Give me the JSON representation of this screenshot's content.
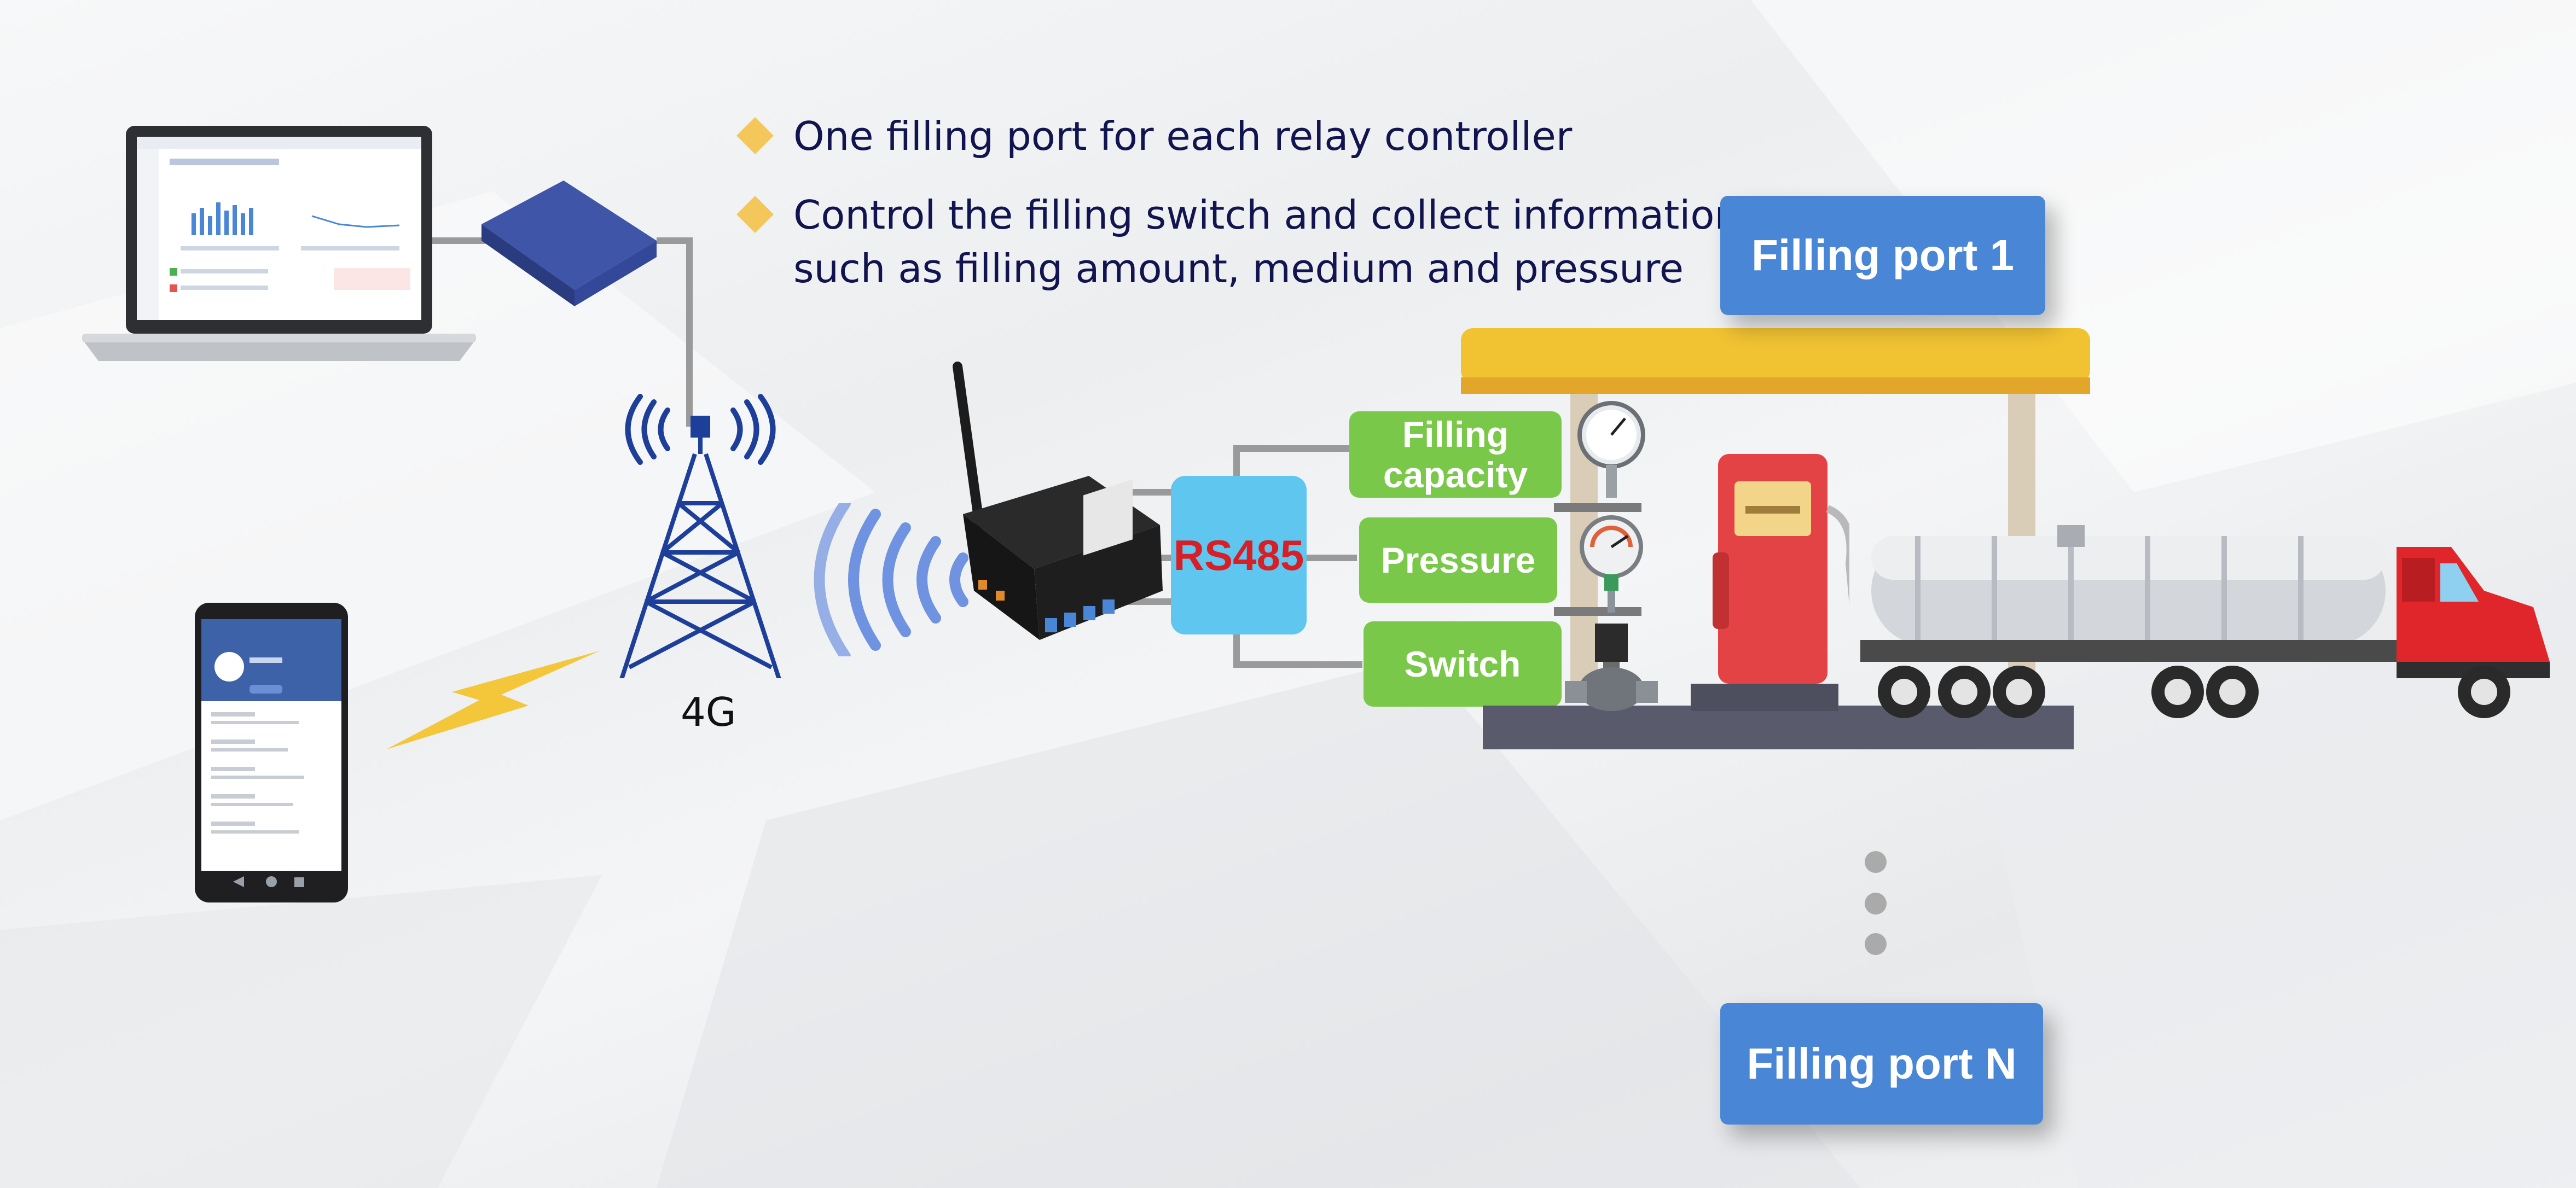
{
  "bullets": [
    "One filling port for each relay controller",
    "Control the filling switch and collect information",
    "such as filling amount, medium and pressure"
  ],
  "ports": {
    "first": "Filling port 1",
    "last": "Filling port N"
  },
  "signals": {
    "network": "4G",
    "bus": "RS485"
  },
  "sensors": {
    "capacity_line1": "Filling",
    "capacity_line2": "capacity",
    "pressure": "Pressure",
    "switch": "Switch"
  },
  "colors": {
    "port_blue": "#4a86d6",
    "sensor_green": "#7ac84a",
    "bus_cyan": "#5fc6ef",
    "bus_text_red": "#d61f26",
    "text_navy": "#11144e",
    "bullet_gold": "#f3c75a"
  },
  "icons": [
    "laptop-icon",
    "network-switch-icon",
    "cell-tower-icon",
    "smartphone-icon",
    "lightning-icon",
    "wireless-signal-icon",
    "relay-controller-icon",
    "pressure-gauge-icon",
    "solenoid-valve-icon",
    "gas-station-icon",
    "fuel-pump-icon",
    "tanker-truck-icon"
  ]
}
